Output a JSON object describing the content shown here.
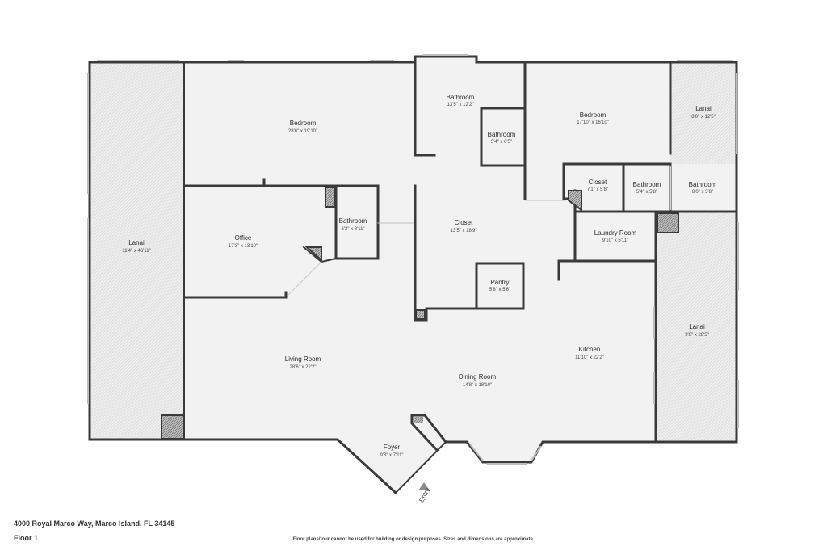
{
  "colors": {
    "wall": "#3a3a3a",
    "floor": "#f1f1f1",
    "lanai": "#ececec",
    "lanai_pattern": "#dcdcdc",
    "window": "#c9c9c9",
    "stair": "#8a8a8a"
  },
  "rooms": {
    "lanai_west": {
      "name": "Lanai",
      "dims": "11'4\" x 46'11\""
    },
    "bedroom_1": {
      "name": "Bedroom",
      "dims": "28'6\" x 19'10\""
    },
    "office": {
      "name": "Office",
      "dims": "17'3\" x 13'10\""
    },
    "bathroom_small": {
      "name": "Bathroom",
      "dims": "6'3\" x 8'11\""
    },
    "bathroom_top": {
      "name": "Bathroom",
      "dims": "13'5\" x 12'2\""
    },
    "bathroom_inner": {
      "name": "Bathroom",
      "dims": "5'4\" x 6'5\""
    },
    "closet_center": {
      "name": "Closet",
      "dims": "13'5\" x 18'9\""
    },
    "pantry": {
      "name": "Pantry",
      "dims": "5'8\" x 5'6\""
    },
    "bedroom_2": {
      "name": "Bedroom",
      "dims": "17'10\" x 16'10\""
    },
    "lanai_ne": {
      "name": "Lanai",
      "dims": "8'0\" x 12'5\""
    },
    "closet_right": {
      "name": "Closet",
      "dims": "7'1\" x 5'8\""
    },
    "bathroom_mid": {
      "name": "Bathroom",
      "dims": "5'4\" x 5'8\""
    },
    "bathroom_right": {
      "name": "Bathroom",
      "dims": "8'0\" x 5'8\""
    },
    "laundry": {
      "name": "Laundry Room",
      "dims": "9'10\" x 5'11\""
    },
    "lanai_east": {
      "name": "Lanai",
      "dims": "9'8\" x 28'5\""
    },
    "kitchen": {
      "name": "Kitchen",
      "dims": "11'10\" x 22'2\""
    },
    "living": {
      "name": "Living Room",
      "dims": "28'6\" x 22'2\""
    },
    "dining": {
      "name": "Dining Room",
      "dims": "14'8\" x 18'10\""
    },
    "foyer": {
      "name": "Foyer",
      "dims": "9'3\" x 7'11\""
    }
  },
  "entry_label": "Entry",
  "footer": {
    "address": "4000 Royal Marco Way, Marco Island, FL 34145",
    "floor": "Floor 1",
    "disclaimer": "Floor plans/tour cannot be used for building or design purposes. Sizes and dimensions are approximate."
  }
}
